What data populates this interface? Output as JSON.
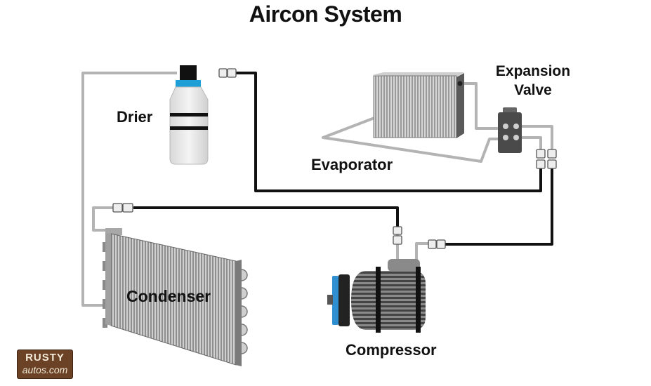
{
  "title": "Aircon System",
  "labels": {
    "drier": "Drier",
    "expansion_valve_line1": "Expansion",
    "expansion_valve_line2": "Valve",
    "evaporator": "Evaporator",
    "condenser": "Condenser",
    "compressor": "Compressor"
  },
  "logo": {
    "top": "RUSTY",
    "bottom": "autos.com"
  },
  "colors": {
    "low_pressure_line": "#b3b3b3",
    "high_pressure_line": "#111111",
    "drier_band": "#1e9fd8",
    "compressor_clutch": "#2f8fd0",
    "logo_background": "#6b4226"
  }
}
